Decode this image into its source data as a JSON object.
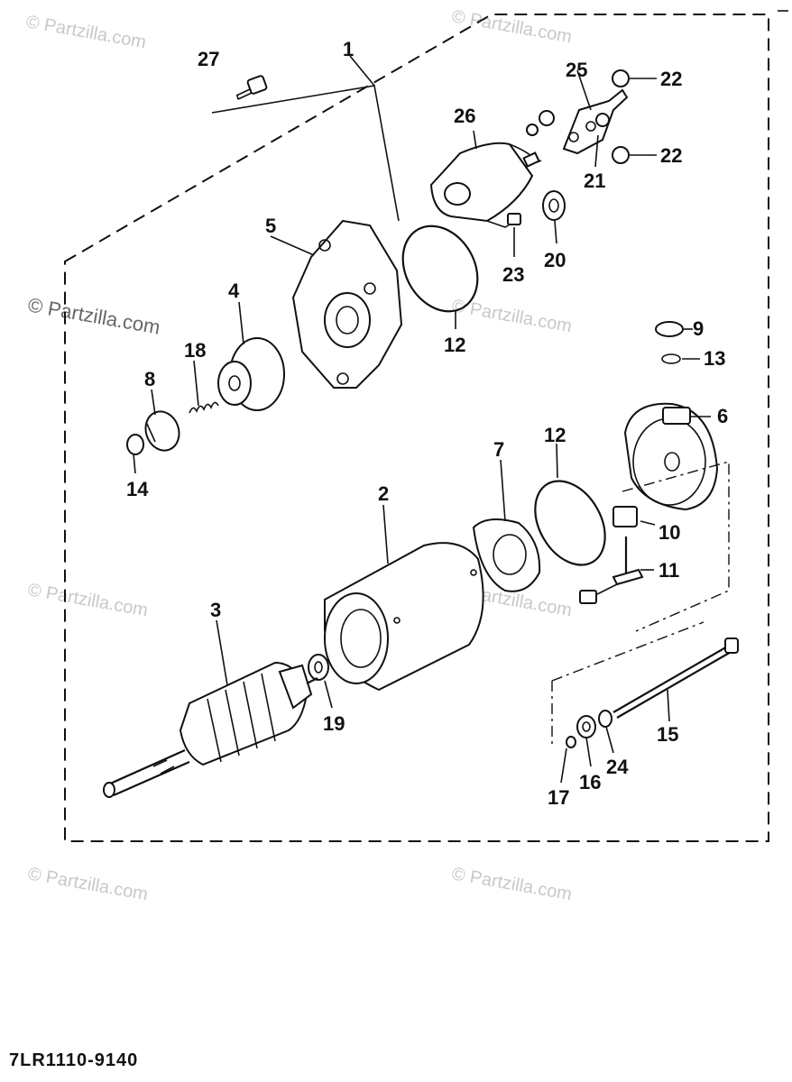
{
  "watermark": {
    "text_a": "© Partzilla.com",
    "text_b": "© Partzilla.com",
    "text_c": "© Partzilla.com",
    "text_d": "© Partzilla.com",
    "text_e": "© Partzilla.com",
    "text_f": "© Partzilla.com",
    "text_g": "© Partzilla.com",
    "text_h": "© Partzilla.com"
  },
  "callouts": {
    "c1": "1",
    "c2": "2",
    "c3": "3",
    "c4": "4",
    "c5": "5",
    "c6": "6",
    "c7": "7",
    "c8": "8",
    "c9": "9",
    "c10": "10",
    "c11": "11",
    "c12a": "12",
    "c12b": "12",
    "c13": "13",
    "c14": "14",
    "c15": "15",
    "c16": "16",
    "c17": "17",
    "c18": "18",
    "c19": "19",
    "c20": "20",
    "c21": "21",
    "c22a": "22",
    "c22b": "22",
    "c23": "23",
    "c24": "24",
    "c25": "25",
    "c26": "26",
    "c27": "27"
  },
  "part_code": "7LR1110-9140"
}
